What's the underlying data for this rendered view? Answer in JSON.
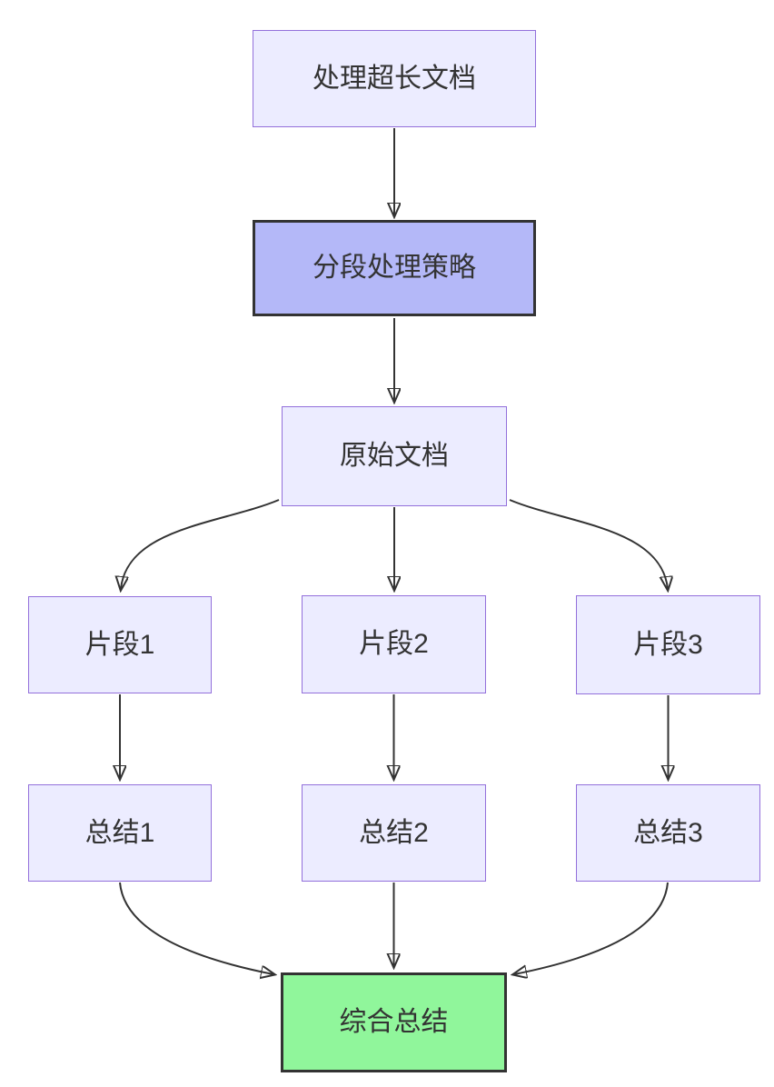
{
  "diagram": {
    "type": "flowchart",
    "direction": "top-down",
    "nodes": [
      {
        "id": "A",
        "label": "处理超长文档",
        "style": "default"
      },
      {
        "id": "B",
        "label": "分段处理策略",
        "style": "emphasis"
      },
      {
        "id": "C",
        "label": "原始文档",
        "style": "default"
      },
      {
        "id": "S1",
        "label": "片段1",
        "style": "default"
      },
      {
        "id": "S2",
        "label": "片段2",
        "style": "default"
      },
      {
        "id": "S3",
        "label": "片段3",
        "style": "default"
      },
      {
        "id": "T1",
        "label": "总结1",
        "style": "default"
      },
      {
        "id": "T2",
        "label": "总结2",
        "style": "default"
      },
      {
        "id": "T3",
        "label": "总结3",
        "style": "default"
      },
      {
        "id": "F",
        "label": "综合总结",
        "style": "success"
      }
    ],
    "edges": [
      {
        "from": "处理超长文档",
        "to": "分段处理策略"
      },
      {
        "from": "分段处理策略",
        "to": "原始文档"
      },
      {
        "from": "原始文档",
        "to": "片段1"
      },
      {
        "from": "原始文档",
        "to": "片段2"
      },
      {
        "from": "原始文档",
        "to": "片段3"
      },
      {
        "from": "片段1",
        "to": "总结1"
      },
      {
        "from": "片段2",
        "to": "总结2"
      },
      {
        "from": "片段3",
        "to": "总结3"
      },
      {
        "from": "总结1",
        "to": "综合总结"
      },
      {
        "from": "总结2",
        "to": "综合总结"
      },
      {
        "from": "总结3",
        "to": "综合总结"
      }
    ],
    "colors": {
      "node_fill": "#ECECFF",
      "node_border": "#9370DB",
      "emphasis_fill": "#B4B8F8",
      "emphasis_border": "#333333",
      "success_fill": "#90F69B",
      "success_border": "#333333",
      "edge": "#333333",
      "text": "#333333",
      "background": "#FFFFFF"
    }
  }
}
